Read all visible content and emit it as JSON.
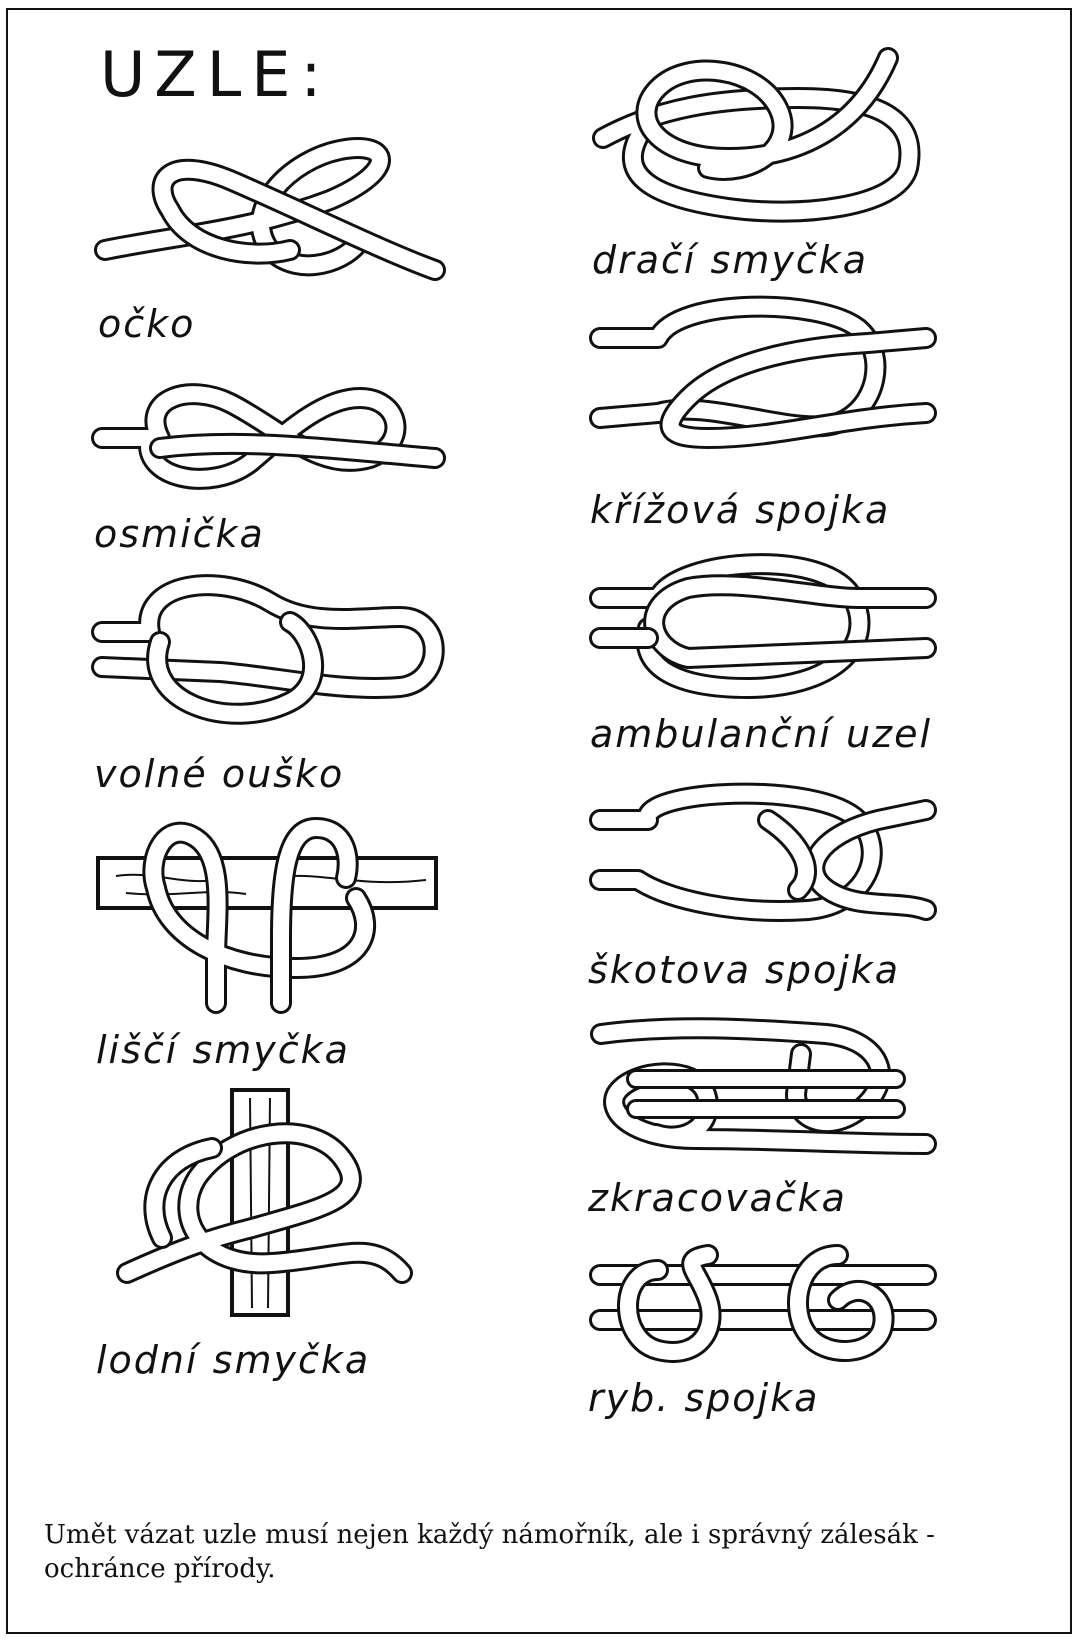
{
  "title": "UZLE:",
  "knots": {
    "ocko": "očko",
    "osmicka": "osmička",
    "volne_ousko": "volné ouško",
    "lisci_smycka": "liščí smyčka",
    "lodni_smycka": "lodní smyčka",
    "draci_smycka": "dračí smyčka",
    "krizova_spojka": "křížová spojka",
    "ambulancni_uzel": "ambulanční uzel",
    "skotova_spojka": "škotova spojka",
    "zkracovacka": "zkracovačka",
    "ryb_spojka": "ryb. spojka"
  },
  "caption": "Umět vázat uzle musí nejen každý námořník, ale i správný zálesák - ochránce přírody.",
  "colors": {
    "ink": "#111111",
    "paper": "#ffffff"
  }
}
